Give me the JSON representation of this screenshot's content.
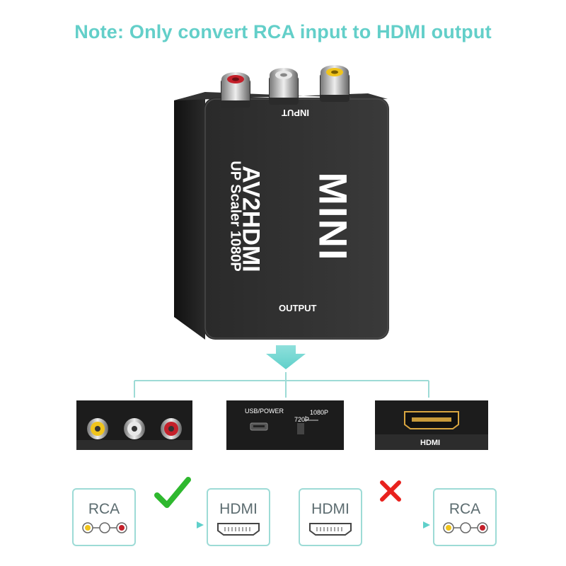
{
  "note": "Note: Only convert RCA input to HDMI output",
  "device": {
    "input_label": "INPUT",
    "output_label": "OUTPUT",
    "brand_line1": "AV2HDMI",
    "brand_line2": "UP Scaler 1080P",
    "mini_label": "MINI"
  },
  "panels": {
    "rca_jacks": [
      "yellow",
      "white",
      "red"
    ],
    "usb_power_label": "USB/POWER",
    "switch_720": "720P",
    "switch_1080": "1080P",
    "hdmi_label": "HDMI"
  },
  "diagram": {
    "correct": {
      "from": "RCA",
      "to": "HDMI",
      "mark": "check-mark"
    },
    "wrong": {
      "from": "HDMI",
      "to": "RCA",
      "mark": "x-mark"
    }
  },
  "colors": {
    "accent": "#63cfc9",
    "check": "#2eb82e",
    "cross": "#e8211d",
    "body": "#1c1c1c"
  }
}
